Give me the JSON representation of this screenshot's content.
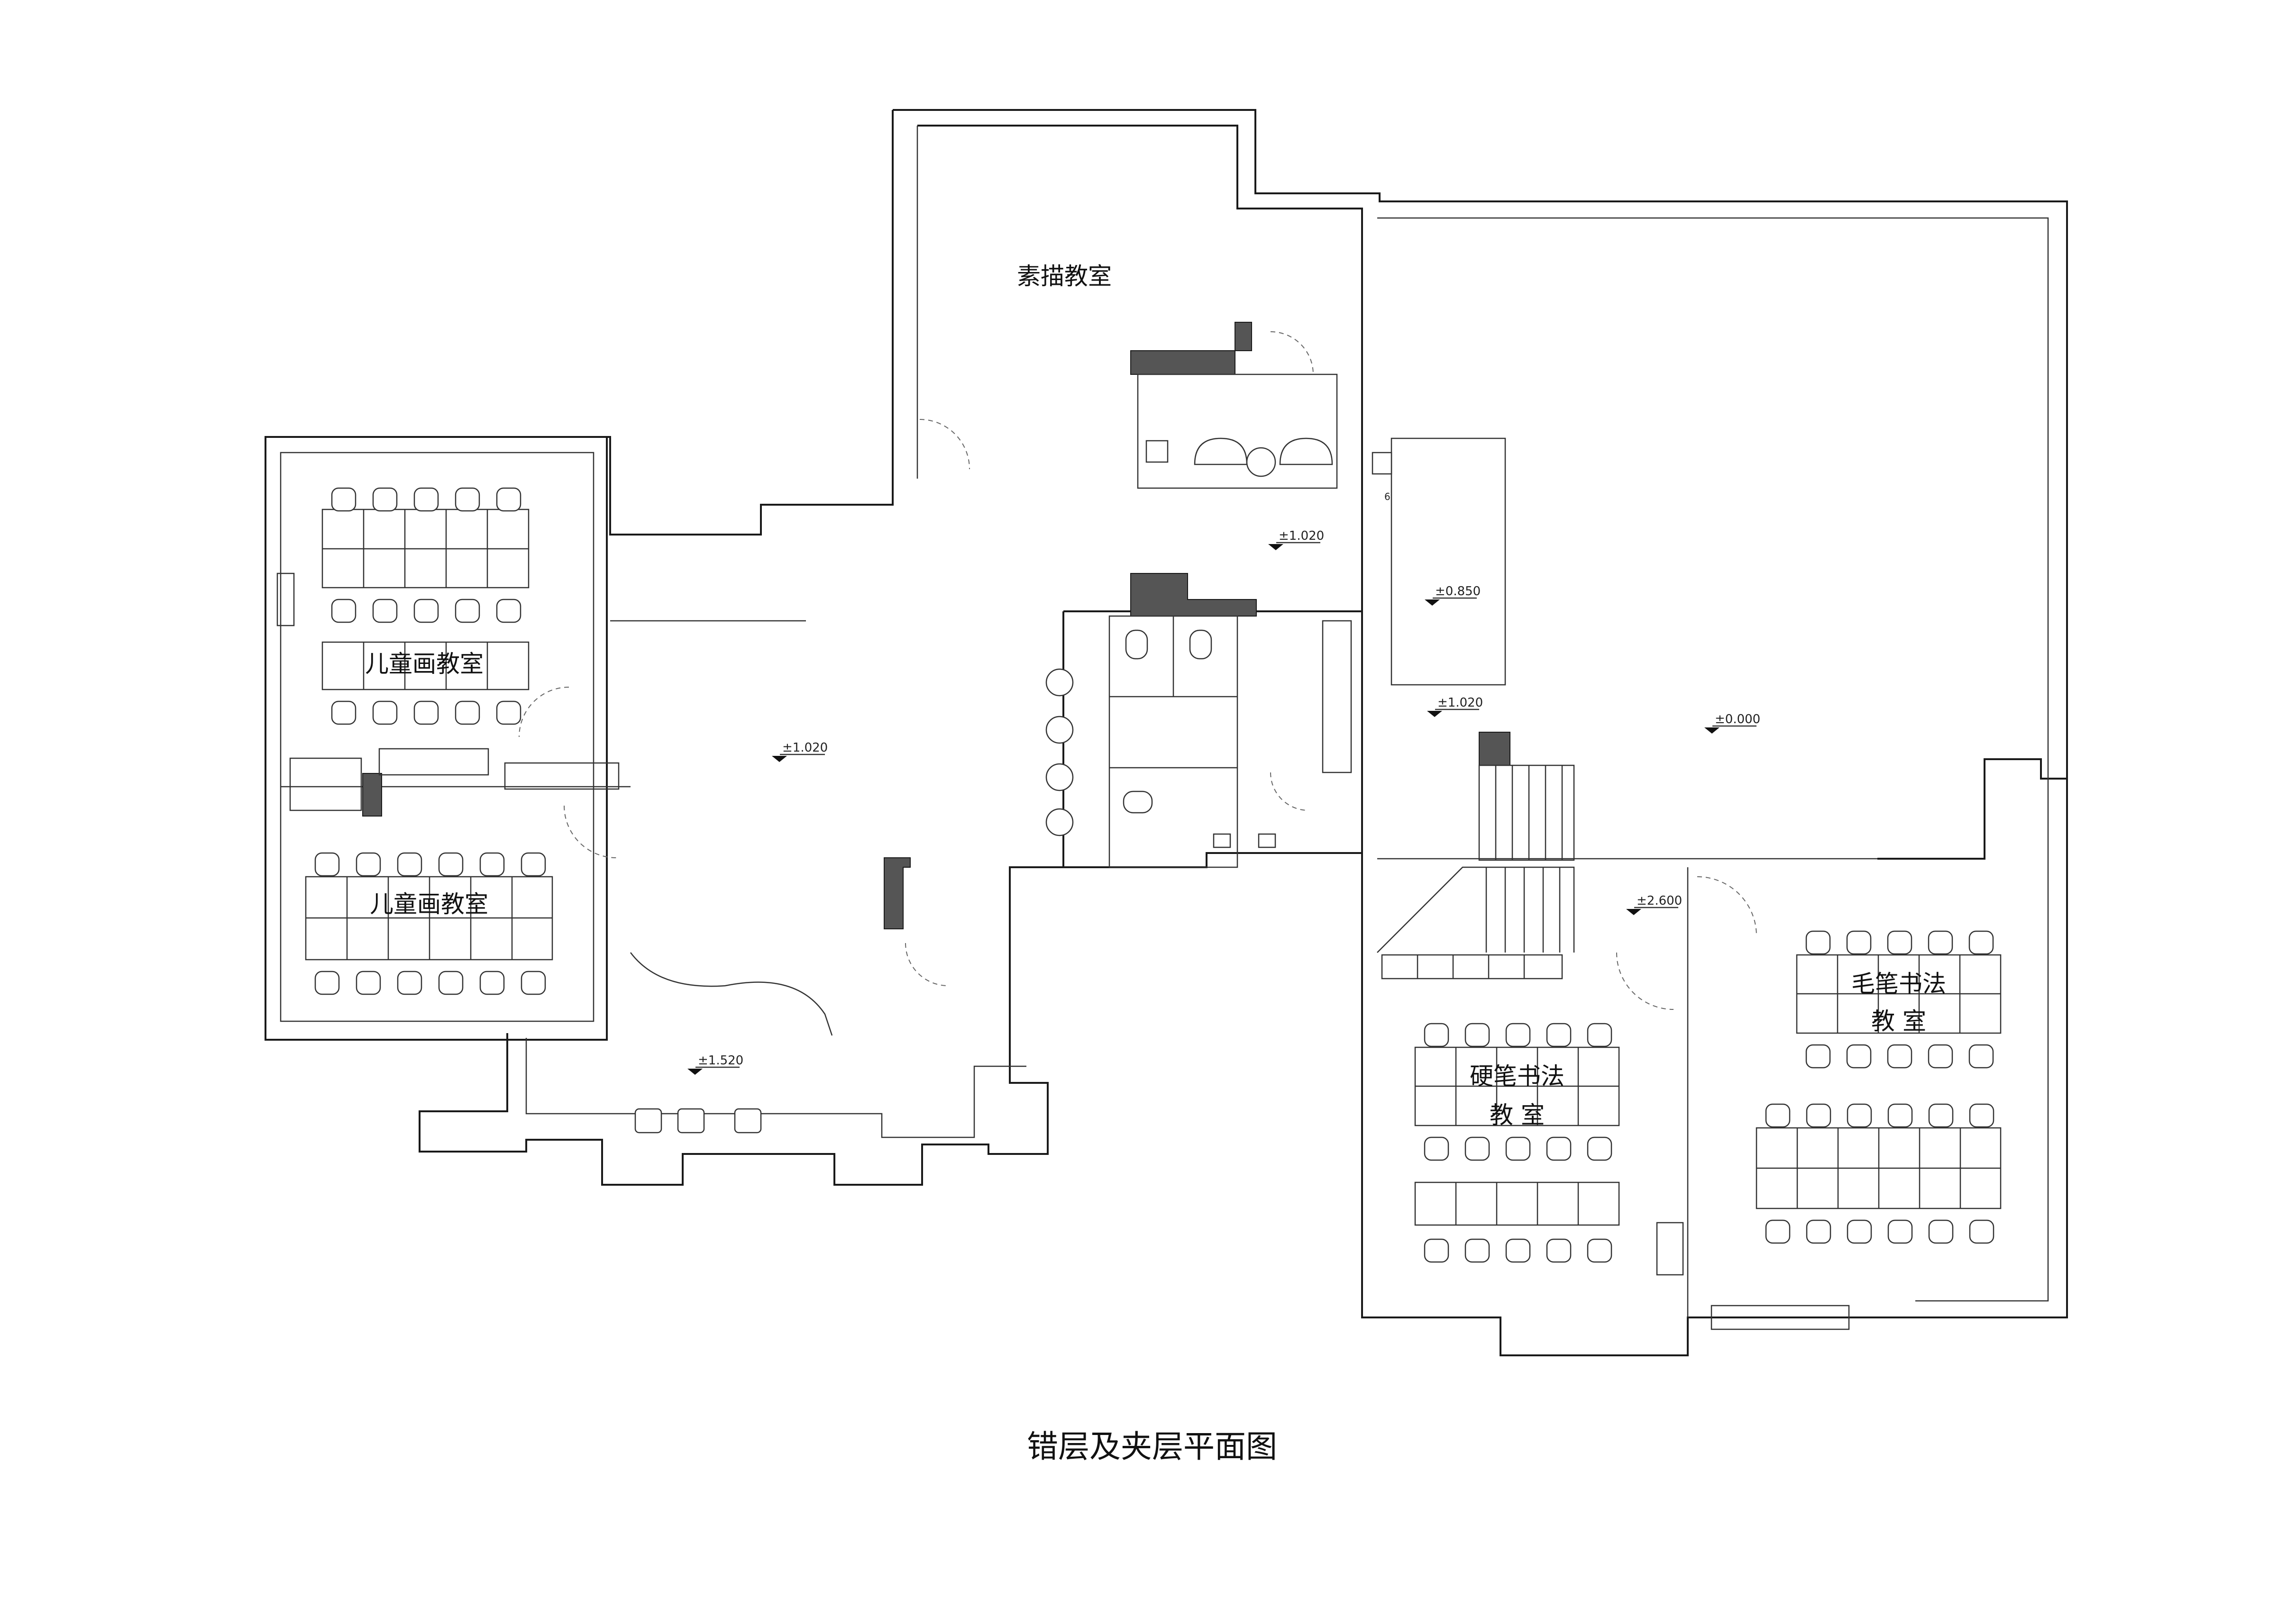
{
  "drawing": {
    "title": "错层及夹层平面图"
  },
  "rooms": {
    "sketch": "素描教室",
    "kids_upper": "儿童画教室",
    "kids_lower": "儿童画教室",
    "brush_line1": "毛笔书法",
    "brush_line2": "教 室",
    "pen_line1": "硬笔书法",
    "pen_line2": "教 室"
  },
  "levels": {
    "lobby": "±1.020",
    "center": "±1.020",
    "upper_landing": "±0.850",
    "lower_landing": "±1.020",
    "east_hall": "±0.000",
    "stair_top": "±2.600",
    "terrace": "±1.520"
  },
  "marks": {
    "wc_note": "6"
  },
  "colors": {
    "line": "#1a1a1a",
    "column_fill": "#555555",
    "background": "#ffffff"
  }
}
